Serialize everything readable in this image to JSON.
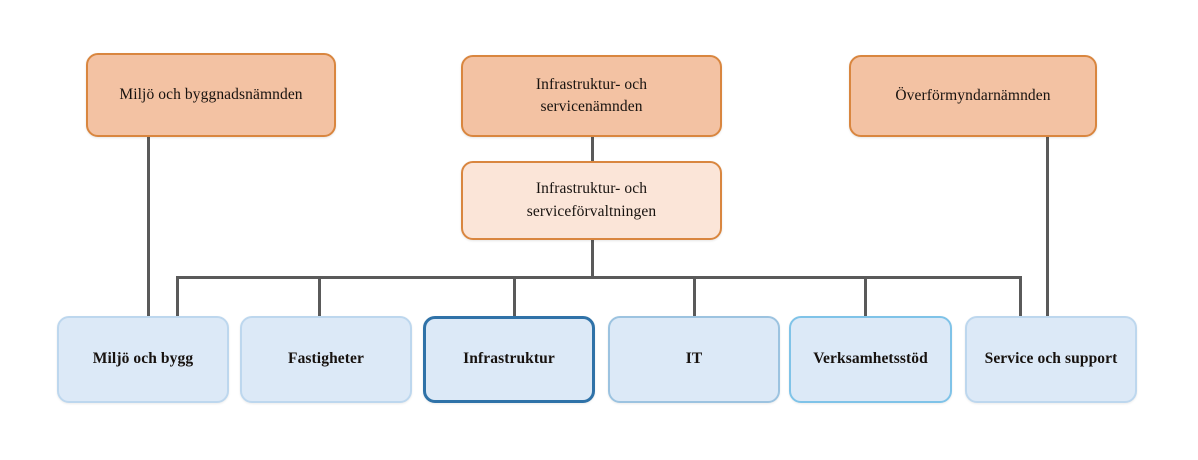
{
  "diagram": {
    "type": "organizational-chart",
    "language": "sv",
    "colors": {
      "committee_fill": "#f3c2a3",
      "committee_border": "#d9863f",
      "administration_fill": "#fbe5d8",
      "administration_border": "#d9863f",
      "unit_fill": "#dce9f7",
      "unit_border": "#9cc3e0",
      "unit_border_strong": "#2f72a8",
      "unit_border_light": "#7fc3e8",
      "connector": "#5a5a5a",
      "background": "#ffffff",
      "text": "#17120f"
    },
    "committees": [
      {
        "id": "miljo-och-byggnadsnamnden",
        "label": "Miljö och byggnadsnämnden"
      },
      {
        "id": "infrastruktur-och-servicenamnden",
        "label": "Infrastruktur- och\nservicenämnden"
      },
      {
        "id": "overformyndarnamnden",
        "label": "Överförmyndarnämnden"
      }
    ],
    "administration": {
      "id": "infrastruktur-och-serviceforvaltningen",
      "label": "Infrastruktur- och\nserviceförvaltningen"
    },
    "units": [
      {
        "id": "miljo-och-bygg",
        "label": "Miljö och bygg"
      },
      {
        "id": "fastigheter",
        "label": "Fastigheter"
      },
      {
        "id": "infrastruktur",
        "label": "Infrastruktur"
      },
      {
        "id": "it",
        "label": "IT"
      },
      {
        "id": "verksamhetsstod",
        "label": "Verksamhetsstöd"
      },
      {
        "id": "service-och-support",
        "label": "Service och support"
      }
    ]
  }
}
